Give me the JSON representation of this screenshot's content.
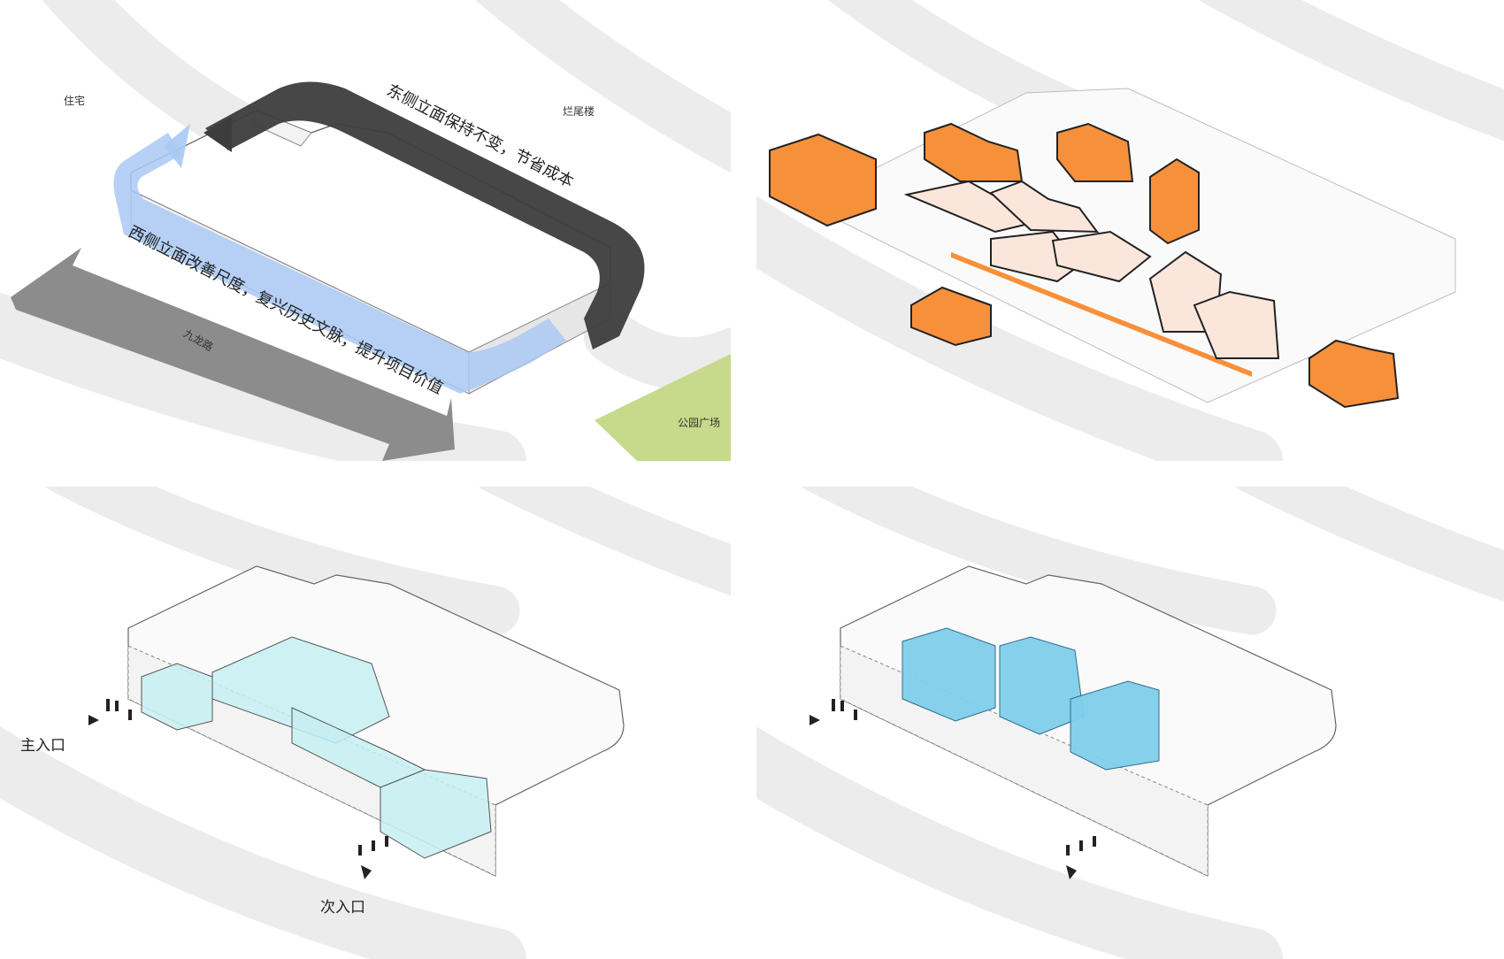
{
  "panel1": {
    "residential_label": "住宅",
    "unfinished_building_label": "烂尾楼",
    "road_label": "九龙路",
    "park_label": "公园广场",
    "east_facade_note": "东侧立面保持不变，节省成本",
    "west_facade_note": "西侧立面改善尺度，复兴历史文脉，提升项目价值"
  },
  "panel3": {
    "main_entrance_label": "主入口",
    "secondary_entrance_label": "次入口"
  },
  "colors": {
    "orange_volume": "#f7903b",
    "light_orange_volume": "#fbe6dc",
    "cyan_volume": "#c6eef2",
    "blue_volume": "#7fcdeb",
    "blue_arrow": "#a9c9f3",
    "park_green": "#c7d98a",
    "road_gray": "#ececec",
    "dark_arrow": "#3d3d3d"
  }
}
